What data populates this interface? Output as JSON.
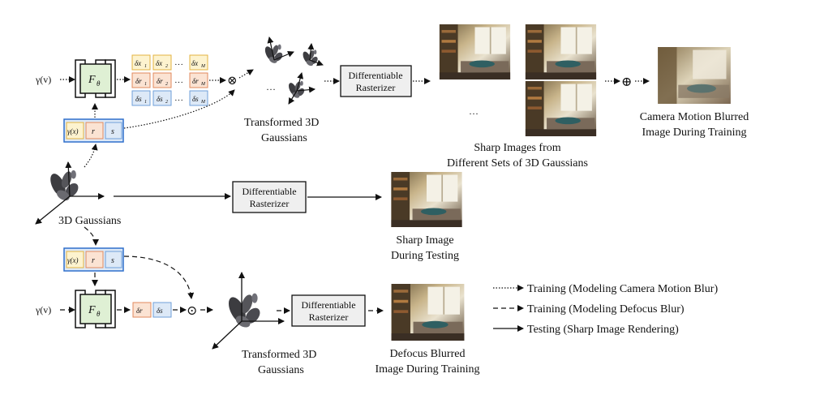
{
  "inputs": {
    "gamma_v": "γ(v)",
    "f_theta": "F",
    "f_theta_sub": "θ"
  },
  "motion_params": {
    "dx": [
      "δx",
      "δx",
      "δx"
    ],
    "dx_sub": [
      "1",
      "2",
      "M"
    ],
    "dr": [
      "δr",
      "δr",
      "δr"
    ],
    "dr_sub": [
      "1",
      "2",
      "M"
    ],
    "ds": [
      "δs",
      "δs",
      "δs"
    ],
    "ds_sub": [
      "1",
      "2",
      "M"
    ],
    "ellipsis": "···"
  },
  "gaussian_params": {
    "gamma_x": "γ(x)",
    "r": "r",
    "s": "s"
  },
  "defocus_params": {
    "dr": "δr",
    "ds": "δs"
  },
  "operators": {
    "tensor": "⊗",
    "oplus": "⊕",
    "odot": "⊙",
    "dots": "···"
  },
  "rasterizer": {
    "line1": "Differentiable",
    "line2": "Rasterizer"
  },
  "labels": {
    "transformed_top_1": "Transformed 3D",
    "transformed_top_2": "Gaussians",
    "sharp_sets_1": "Sharp Images from",
    "sharp_sets_2": "Different Sets of 3D Gaussians",
    "camera_blur_1": "Camera Motion Blurred",
    "camera_blur_2": "Image During Training",
    "gaussians_3d": "3D Gaussians",
    "sharp_test_1": "Sharp Image",
    "sharp_test_2": "During Testing",
    "transformed_bottom_1": "Transformed 3D",
    "transformed_bottom_2": "Gaussians",
    "defocus_1": "Defocus Blurred",
    "defocus_2": "Image During Training"
  },
  "legend": [
    {
      "style": "dotted",
      "text": "Training (Modeling Camera Motion Blur)"
    },
    {
      "style": "dashed",
      "text": "Training (Modeling Defocus Blur)"
    },
    {
      "style": "solid",
      "text": "Testing (Sharp Image Rendering)"
    }
  ],
  "colors": {
    "yellow_fill": "#fdf3cf",
    "yellow_border": "#e3b341",
    "orange_fill": "#fbe3d3",
    "orange_border": "#e28a5c",
    "blue_fill": "#dde9f7",
    "blue_border": "#6f9fd8",
    "green_fill": "#dff0d4",
    "strip_border": "#2f6fcc",
    "rasterizer_fill": "#efefef"
  }
}
